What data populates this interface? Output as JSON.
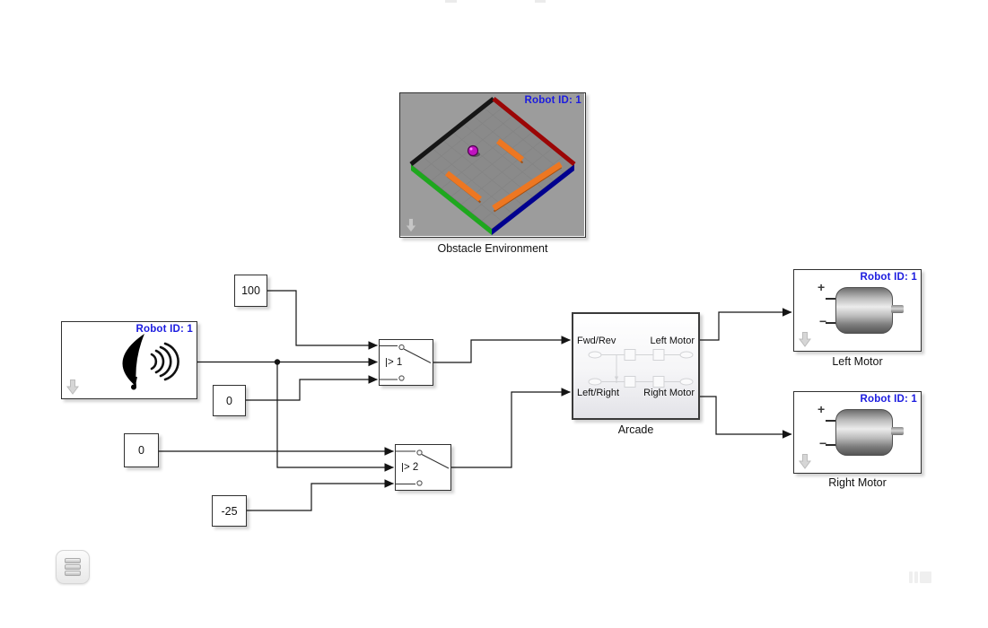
{
  "model": {
    "blocks": {
      "obstacle_environment": {
        "name": "Obstacle Environment",
        "robot_id": "Robot ID: 1"
      },
      "sensor": {
        "robot_id": "Robot ID: 1"
      },
      "constant_100": {
        "value": "100"
      },
      "constant_0_upper": {
        "value": "0"
      },
      "constant_0_lower": {
        "value": "0"
      },
      "constant_neg25": {
        "value": "-25"
      },
      "switch_1": {
        "criteria": "> 1"
      },
      "switch_2": {
        "criteria": "> 2"
      },
      "arcade": {
        "name": "Arcade",
        "in_ports": [
          "Fwd/Rev",
          "Left/Right"
        ],
        "out_ports": [
          "Left Motor",
          "Right Motor"
        ]
      },
      "left_motor": {
        "name": "Left Motor",
        "robot_id": "Robot ID: 1",
        "terminal_plus": "+",
        "terminal_minus": "−"
      },
      "right_motor": {
        "name": "Right Motor",
        "robot_id": "Robot ID: 1",
        "terminal_plus": "+",
        "terminal_minus": "−"
      }
    },
    "colors": {
      "robot_id_text": "#1b1bdf",
      "wire": "#141414",
      "block_background": "#ffffff",
      "environment_background": "#9c9c9c",
      "platform_surface": "#8a8a8a",
      "platform_edge_top_left": "#151515",
      "platform_edge_top_right": "#9b0606",
      "platform_edge_bottom_left": "#1ea81e",
      "platform_edge_bottom_right": "#00008f",
      "obstacle_orange": "#ed7722",
      "robot_marker": "#c013c0"
    }
  }
}
